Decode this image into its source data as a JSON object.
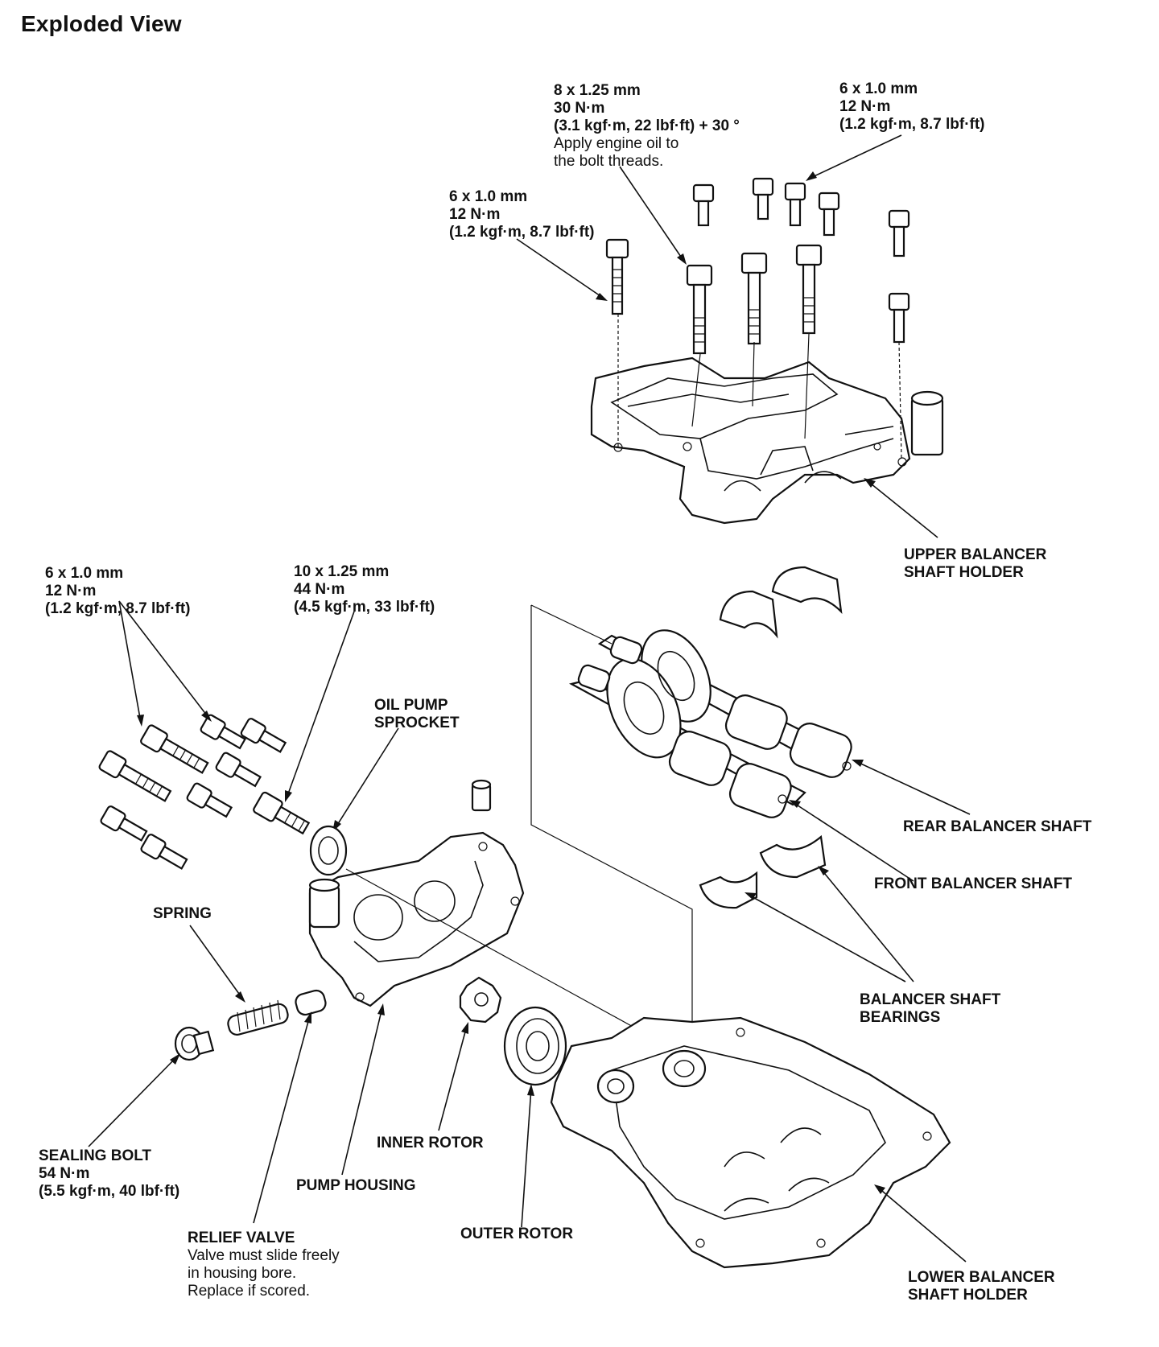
{
  "title": "Exploded View",
  "labels": {
    "upper_mid_bolt": [
      "8 x 1.25 mm",
      "30 N·m",
      "(3.1 kgf·m, 22 lbf·ft) + 30 °"
    ],
    "upper_mid_note": [
      "Apply engine oil to",
      "the bolt threads."
    ],
    "upper_right_bolt": [
      "6 x 1.0 mm",
      "12 N·m",
      "(1.2 kgf·m, 8.7 lbf·ft)"
    ],
    "upper_left_bolt": [
      "6 x 1.0 mm",
      "12 N·m",
      "(1.2 kgf·m, 8.7 lbf·ft)"
    ],
    "upper_holder": [
      "UPPER BALANCER",
      "SHAFT HOLDER"
    ],
    "pump_bolts_small": [
      "6 x 1.0 mm",
      "12 N·m",
      "(1.2 kgf·m, 8.7 lbf·ft)"
    ],
    "pump_bolt_large": [
      "10 x 1.25 mm",
      "44 N·m",
      "(4.5 kgf·m, 33 lbf·ft)"
    ],
    "sprocket": [
      "OIL PUMP",
      "SPROCKET"
    ],
    "rear_shaft": "REAR BALANCER SHAFT",
    "front_shaft": "FRONT BALANCER SHAFT",
    "bearings": [
      "BALANCER SHAFT",
      "BEARINGS"
    ],
    "spring": "SPRING",
    "sealing_bolt": [
      "SEALING BOLT",
      "54 N·m",
      "(5.5 kgf·m, 40 lbf·ft)"
    ],
    "inner_rotor": "INNER ROTOR",
    "pump_housing": "PUMP HOUSING",
    "relief_valve": "RELIEF VALVE",
    "relief_note": [
      "Valve must slide freely",
      "in housing bore.",
      "Replace if scored."
    ],
    "outer_rotor": "OUTER ROTOR",
    "lower_holder": [
      "LOWER BALANCER",
      "SHAFT HOLDER"
    ]
  }
}
